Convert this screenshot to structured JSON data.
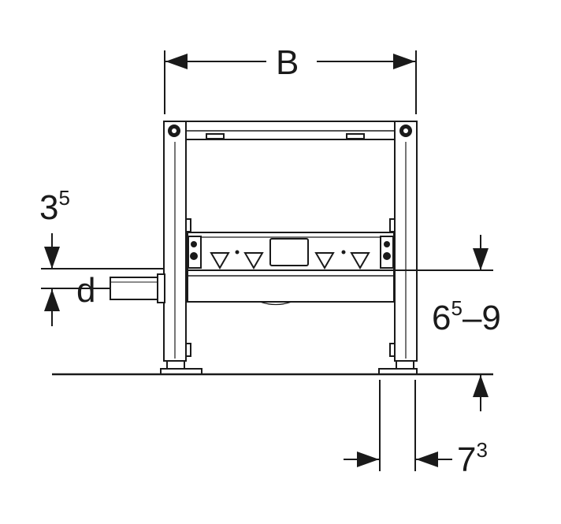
{
  "drawing": {
    "width_label": "B",
    "top_offset": {
      "base": "3",
      "sup": "5"
    },
    "pipe_label": "d",
    "height_range": {
      "base1": "6",
      "sup1": "5",
      "rest": "–9"
    },
    "foot_offset": {
      "base": "7",
      "sup": "3"
    }
  },
  "colors": {
    "stroke": "#1a1a1a",
    "background": "#ffffff"
  }
}
